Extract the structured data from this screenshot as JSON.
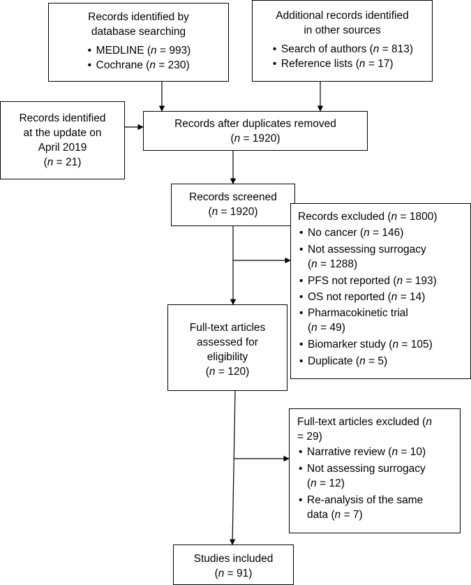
{
  "database_box": {
    "title_line1": "Records identified by",
    "title_line2": "database searching",
    "items": [
      {
        "label": "MEDLINE (",
        "n": "n",
        "value": " = 993)"
      },
      {
        "label": "Cochrane (",
        "n": "n",
        "value": " = 230)"
      }
    ]
  },
  "other_sources_box": {
    "title_line1": "Additional records identified",
    "title_line2": "in other sources",
    "items": [
      {
        "label": "Search of authors (",
        "n": "n",
        "value": " = 813)"
      },
      {
        "label": "Reference lists (",
        "n": "n",
        "value": " = 17)"
      }
    ]
  },
  "update_box": {
    "line1": "Records identified",
    "line2": "at the update on",
    "line3": "April 2019",
    "count_prefix": "(",
    "n": "n",
    "count_suffix": " = 21)"
  },
  "duplicates_box": {
    "title": "Records after duplicates removed",
    "count_prefix": "(",
    "n": "n",
    "count_suffix": " = 1920)"
  },
  "screened_box": {
    "title": "Records screened",
    "count_prefix": "(",
    "n": "n",
    "count_suffix": " = 1920)"
  },
  "excluded_box": {
    "title": "Records excluded (",
    "n": "n",
    "title_suffix": " = 1800)",
    "items": [
      {
        "label": "No cancer (",
        "n": "n",
        "value": " = 146)"
      },
      {
        "label": "Not assessing surrogacy",
        "line2_prefix": "(",
        "n": "n",
        "value": " = 1288)"
      },
      {
        "label": "PFS not reported (",
        "n": "n",
        "value": " = 193)"
      },
      {
        "label": "OS not reported (",
        "n": "n",
        "value": " = 14)"
      },
      {
        "label": "Pharmacokinetic trial",
        "line2_prefix": "(",
        "n": "n",
        "value": " = 49)"
      },
      {
        "label": "Biomarker study (",
        "n": "n",
        "value": " = 105)"
      },
      {
        "label": "Duplicate (",
        "n": "n",
        "value": " = 5)"
      }
    ]
  },
  "fulltext_box": {
    "line1": "Full-text articles",
    "line2": "assessed for",
    "line3": "eligibility",
    "count_prefix": "(",
    "n": "n",
    "count_suffix": " = 120)"
  },
  "fulltext_excluded_box": {
    "title_line1": "Full-text articles excluded (",
    "n_line1": "n",
    "title_line2": "= 29)",
    "items": [
      {
        "label": "Narrative review (",
        "n": "n",
        "value": " = 10)"
      },
      {
        "label": "Not assessing surrogacy",
        "line2_prefix": "(",
        "n": "n",
        "value": " = 12)"
      },
      {
        "label": "Re-analysis of the same",
        "line2_prefix": "data (",
        "n": "n",
        "value": " = 7)"
      }
    ]
  },
  "included_box": {
    "title": "Studies included",
    "count_prefix": "(",
    "n": "n",
    "count_suffix": " = 91)"
  }
}
